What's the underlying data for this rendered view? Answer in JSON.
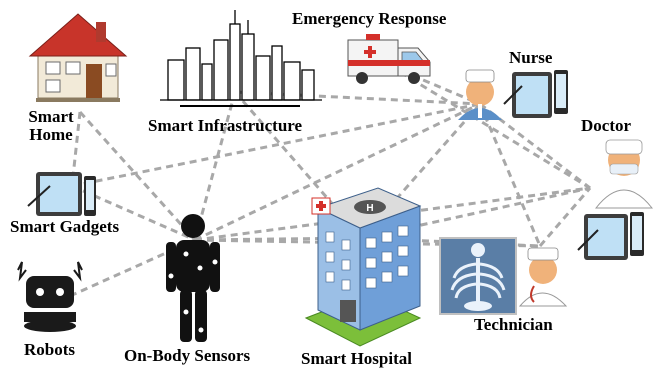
{
  "nodes": {
    "smart_home": {
      "label_line1": "Smart",
      "label_line2": "Home"
    },
    "smart_infrastructure": {
      "label": "Smart Infrastructure"
    },
    "emergency_response": {
      "label": "Emergency Response"
    },
    "nurse": {
      "label": "Nurse"
    },
    "doctor": {
      "label": "Doctor"
    },
    "smart_gadgets": {
      "label": "Smart Gadgets"
    },
    "robots": {
      "label": "Robots"
    },
    "on_body_sensors": {
      "label": "On-Body Sensors"
    },
    "smart_hospital": {
      "label": "Smart Hospital"
    },
    "technician": {
      "label": "Technician"
    }
  },
  "connections": [
    [
      "home",
      "sensors"
    ],
    [
      "home",
      "gadgets"
    ],
    [
      "infra",
      "sensors"
    ],
    [
      "infra",
      "hospital"
    ],
    [
      "infra",
      "nurse"
    ],
    [
      "gadgets",
      "sensors"
    ],
    [
      "gadgets",
      "nurse"
    ],
    [
      "robots",
      "sensors"
    ],
    [
      "sensors",
      "nurse"
    ],
    [
      "sensors",
      "hospital"
    ],
    [
      "sensors",
      "doctor"
    ],
    [
      "sensors",
      "technician"
    ],
    [
      "ambulance",
      "nurse"
    ],
    [
      "ambulance",
      "doctor"
    ],
    [
      "nurse",
      "doctor"
    ],
    [
      "nurse",
      "technician"
    ],
    [
      "nurse",
      "hospital"
    ],
    [
      "hospital",
      "doctor"
    ],
    [
      "hospital",
      "technician"
    ],
    [
      "technician",
      "doctor"
    ]
  ],
  "colors": {
    "edge": "#a8a8a8",
    "roof": "#c8342a",
    "skin": "#f0b27a",
    "hospital_blue": "#6f9fd8",
    "ambulance_stripe": "#d4302a",
    "grass": "#7cbf3a"
  }
}
